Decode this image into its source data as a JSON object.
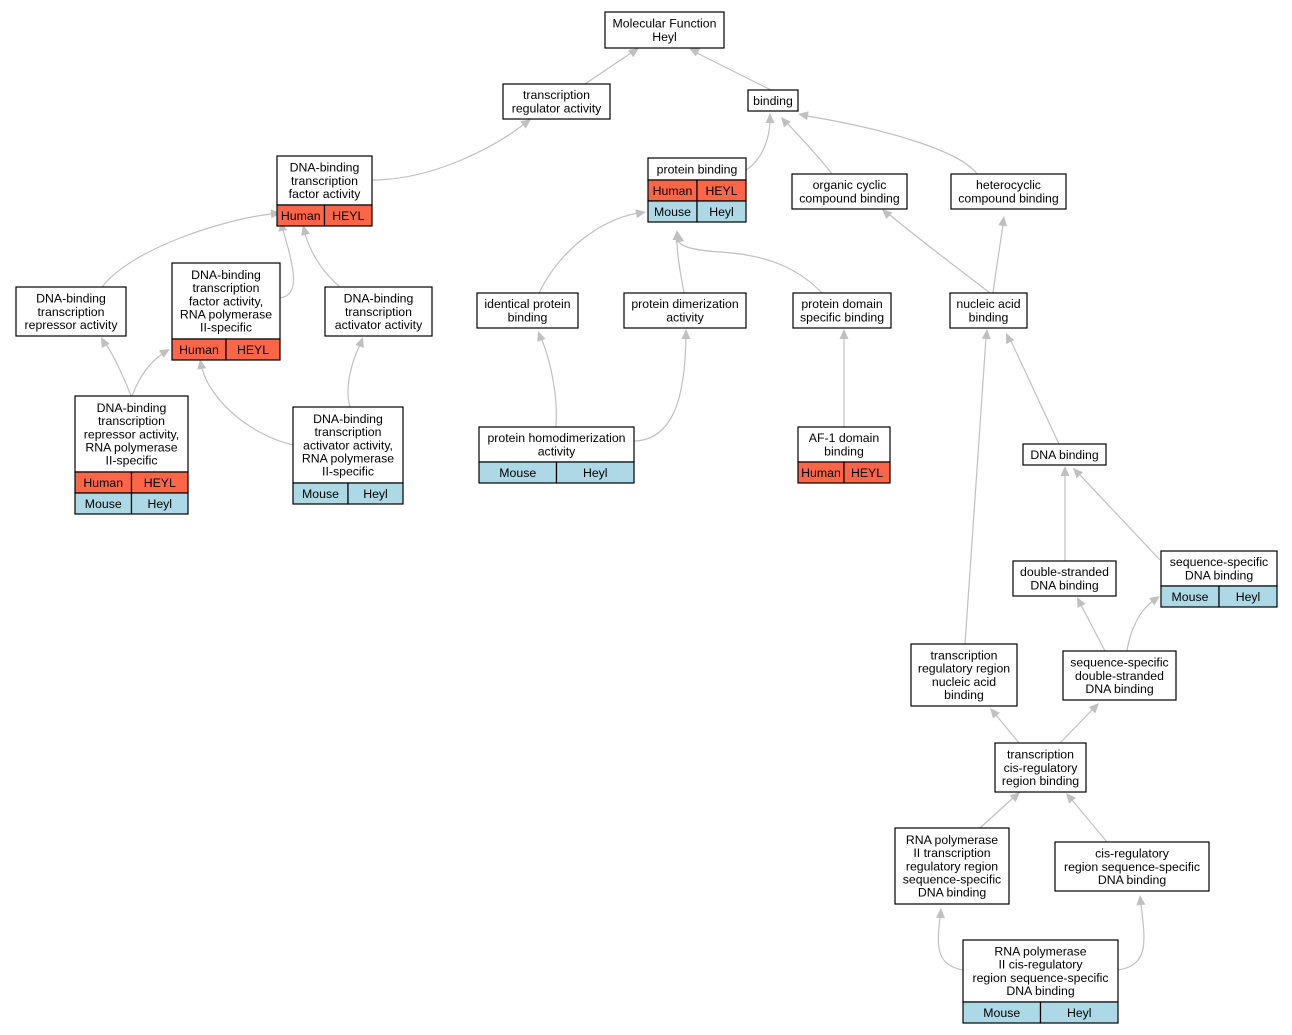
{
  "colors": {
    "human_cell": "#fb6548",
    "mouse_cell": "#add8e6",
    "edge": "#c0c0c0",
    "node_border": "#000000"
  },
  "nodes": {
    "molecular_function": {
      "lines": [
        "Molecular Function",
        "Heyl"
      ]
    },
    "transcription_regulator_activity": {
      "lines": [
        "transcription",
        "regulator activity"
      ]
    },
    "binding": {
      "lines": [
        "binding"
      ]
    },
    "dna_binding_tf_activity": {
      "lines": [
        "DNA-binding",
        "transcription",
        "factor activity"
      ],
      "cells": [
        [
          "Human",
          "HEYL"
        ]
      ]
    },
    "protein_binding": {
      "lines": [
        "protein binding"
      ],
      "cells": [
        [
          "Human",
          "HEYL"
        ],
        [
          "Mouse",
          "Heyl"
        ]
      ]
    },
    "organic_cyclic_compound_binding": {
      "lines": [
        "organic cyclic",
        "compound binding"
      ]
    },
    "heterocyclic_compound_binding": {
      "lines": [
        "heterocyclic",
        "compound binding"
      ]
    },
    "dna_binding_tf_activity_rnap2": {
      "lines": [
        "DNA-binding",
        "transcription",
        "factor activity,",
        "RNA polymerase",
        "II-specific"
      ],
      "cells": [
        [
          "Human",
          "HEYL"
        ]
      ]
    },
    "dna_binding_repressor_activity": {
      "lines": [
        "DNA-binding",
        "transcription",
        "repressor activity"
      ]
    },
    "dna_binding_activator_activity": {
      "lines": [
        "DNA-binding",
        "transcription",
        "activator activity"
      ]
    },
    "identical_protein_binding": {
      "lines": [
        "identical protein",
        "binding"
      ]
    },
    "protein_dimerization_activity": {
      "lines": [
        "protein dimerization",
        "activity"
      ]
    },
    "protein_domain_specific_binding": {
      "lines": [
        "protein domain",
        "specific binding"
      ]
    },
    "nucleic_acid_binding": {
      "lines": [
        "nucleic acid",
        "binding"
      ]
    },
    "dna_binding_repressor_rnap2": {
      "lines": [
        "DNA-binding",
        "transcription",
        "repressor activity,",
        "RNA polymerase",
        "II-specific"
      ],
      "cells": [
        [
          "Human",
          "HEYL"
        ],
        [
          "Mouse",
          "Heyl"
        ]
      ]
    },
    "dna_binding_activator_rnap2": {
      "lines": [
        "DNA-binding",
        "transcription",
        "activator activity,",
        "RNA polymerase",
        "II-specific"
      ],
      "cells": [
        [
          "Mouse",
          "Heyl"
        ]
      ]
    },
    "protein_homodimerization_activity": {
      "lines": [
        "protein homodimerization",
        "activity"
      ],
      "cells": [
        [
          "Mouse",
          "Heyl"
        ]
      ]
    },
    "af1_domain_binding": {
      "lines": [
        "AF-1 domain",
        "binding"
      ],
      "cells": [
        [
          "Human",
          "HEYL"
        ]
      ]
    },
    "dna_binding": {
      "lines": [
        "DNA binding"
      ]
    },
    "double_stranded_dna_binding": {
      "lines": [
        "double-stranded",
        "DNA binding"
      ]
    },
    "sequence_specific_dna_binding": {
      "lines": [
        "sequence-specific",
        "DNA binding"
      ],
      "cells": [
        [
          "Mouse",
          "Heyl"
        ]
      ]
    },
    "transcription_regulatory_region_nab": {
      "lines": [
        "transcription",
        "regulatory region",
        "nucleic acid",
        "binding"
      ]
    },
    "seq_specific_ds_dna_binding": {
      "lines": [
        "sequence-specific",
        "double-stranded",
        "DNA binding"
      ]
    },
    "transcription_cis_regulatory_region_binding": {
      "lines": [
        "transcription",
        "cis-regulatory",
        "region binding"
      ]
    },
    "rnap2_transcription_regulatory_region_ssdb": {
      "lines": [
        "RNA polymerase",
        "II transcription",
        "regulatory region",
        "sequence-specific",
        "DNA binding"
      ]
    },
    "cis_regulatory_region_ssdb": {
      "lines": [
        "cis-regulatory",
        "region sequence-specific",
        "DNA binding"
      ]
    },
    "rnap2_cis_regulatory_region_ssdb": {
      "lines": [
        "RNA polymerase",
        "II cis-regulatory",
        "region sequence-specific",
        "DNA binding"
      ],
      "cells": [
        [
          "Mouse",
          "Heyl"
        ]
      ]
    }
  }
}
